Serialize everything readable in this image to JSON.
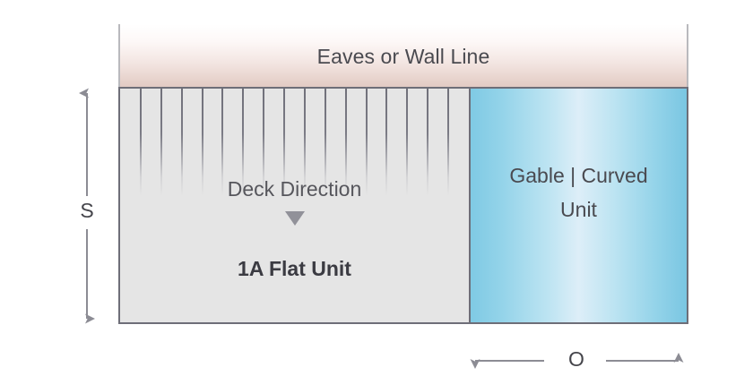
{
  "diagram": {
    "title_region": {
      "eaves_label": "Eaves or Wall Line"
    },
    "flat_unit": {
      "deck_direction_label": "Deck Direction",
      "deck_arrow_icon": "triangle-down-icon",
      "unit_label": "1A Flat Unit",
      "hatch_line_count": 16
    },
    "gable_unit": {
      "label_line1": "Gable | Curved",
      "label_line2": "Unit"
    },
    "dimensions": {
      "vertical": {
        "label": "S",
        "orientation": "vertical",
        "arrow_style": "double-headed"
      },
      "horizontal": {
        "label": "O",
        "orientation": "horizontal",
        "arrow_style": "double-headed"
      }
    },
    "colors": {
      "eaves_band_bottom": "#e2cbc3",
      "eaves_band_top": "#ffffff",
      "flat_unit_fill": "#e5e5e5",
      "gable_unit_edge": "#7fcae4",
      "gable_unit_center": "#ddeef8",
      "outline": "#6e6e78",
      "hatch": "#70707a",
      "text": "#4a4a50",
      "dimension_line": "#8c8c94"
    }
  }
}
